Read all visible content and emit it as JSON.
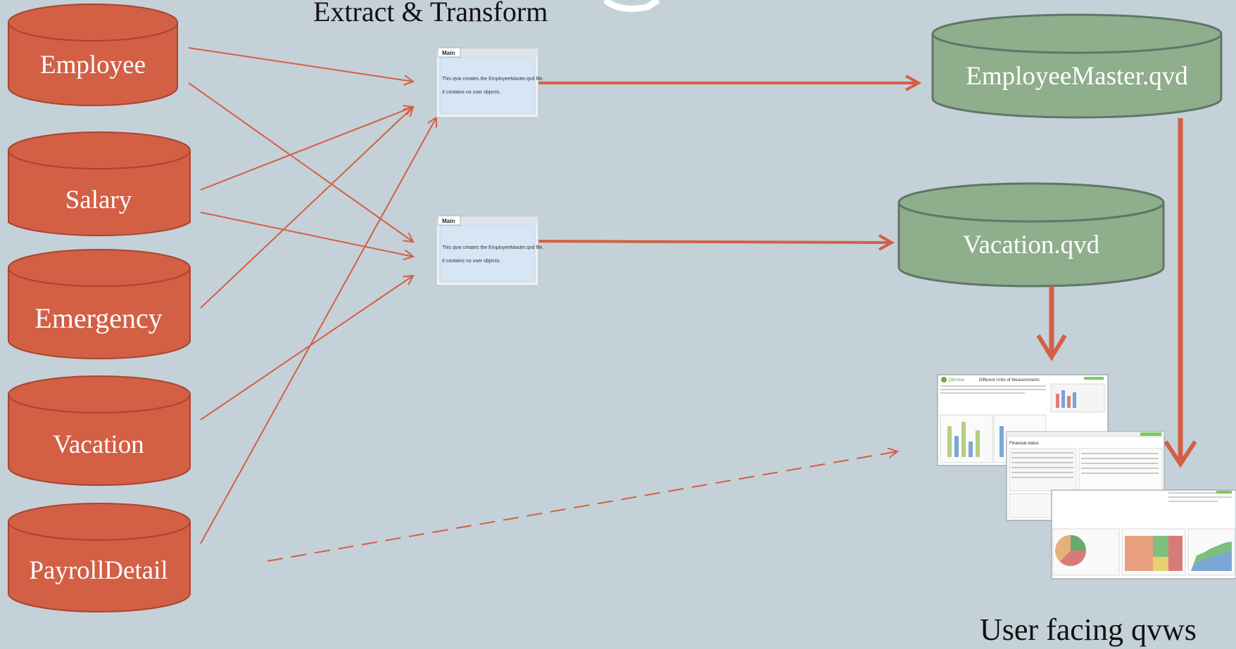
{
  "headings": {
    "extract_transform": "Extract & Transform",
    "user_facing": "User facing qvws"
  },
  "sources": {
    "employee": "Employee",
    "salary": "Salary",
    "emergency": "Emergency",
    "vacation": "Vacation",
    "payroll_detail": "PayrollDetail"
  },
  "qvd_outputs": {
    "employee_master": "EmployeeMaster.qvd",
    "vacation": "Vacation.qvd"
  },
  "etl_windows": [
    {
      "tab": "Main",
      "line1": "This qvw creates the EmployeeMaster.qvd file.",
      "line2": "It contains no user objects."
    },
    {
      "tab": "Main",
      "line1": "This qvw creates the EmployeeMaster.qvd file.",
      "line2": "It contains no user objects."
    }
  ],
  "thumbnails": {
    "top_title": "Different Units of Measurements",
    "top_logo": "QlikView",
    "middle_title": "Financial status"
  },
  "colors": {
    "background": "#c5d1d8",
    "source_cylinder": "#d35f45",
    "qvd_cylinder": "#8fae8c",
    "arrow": "#d35f45",
    "panel": "#d6e6f4"
  }
}
